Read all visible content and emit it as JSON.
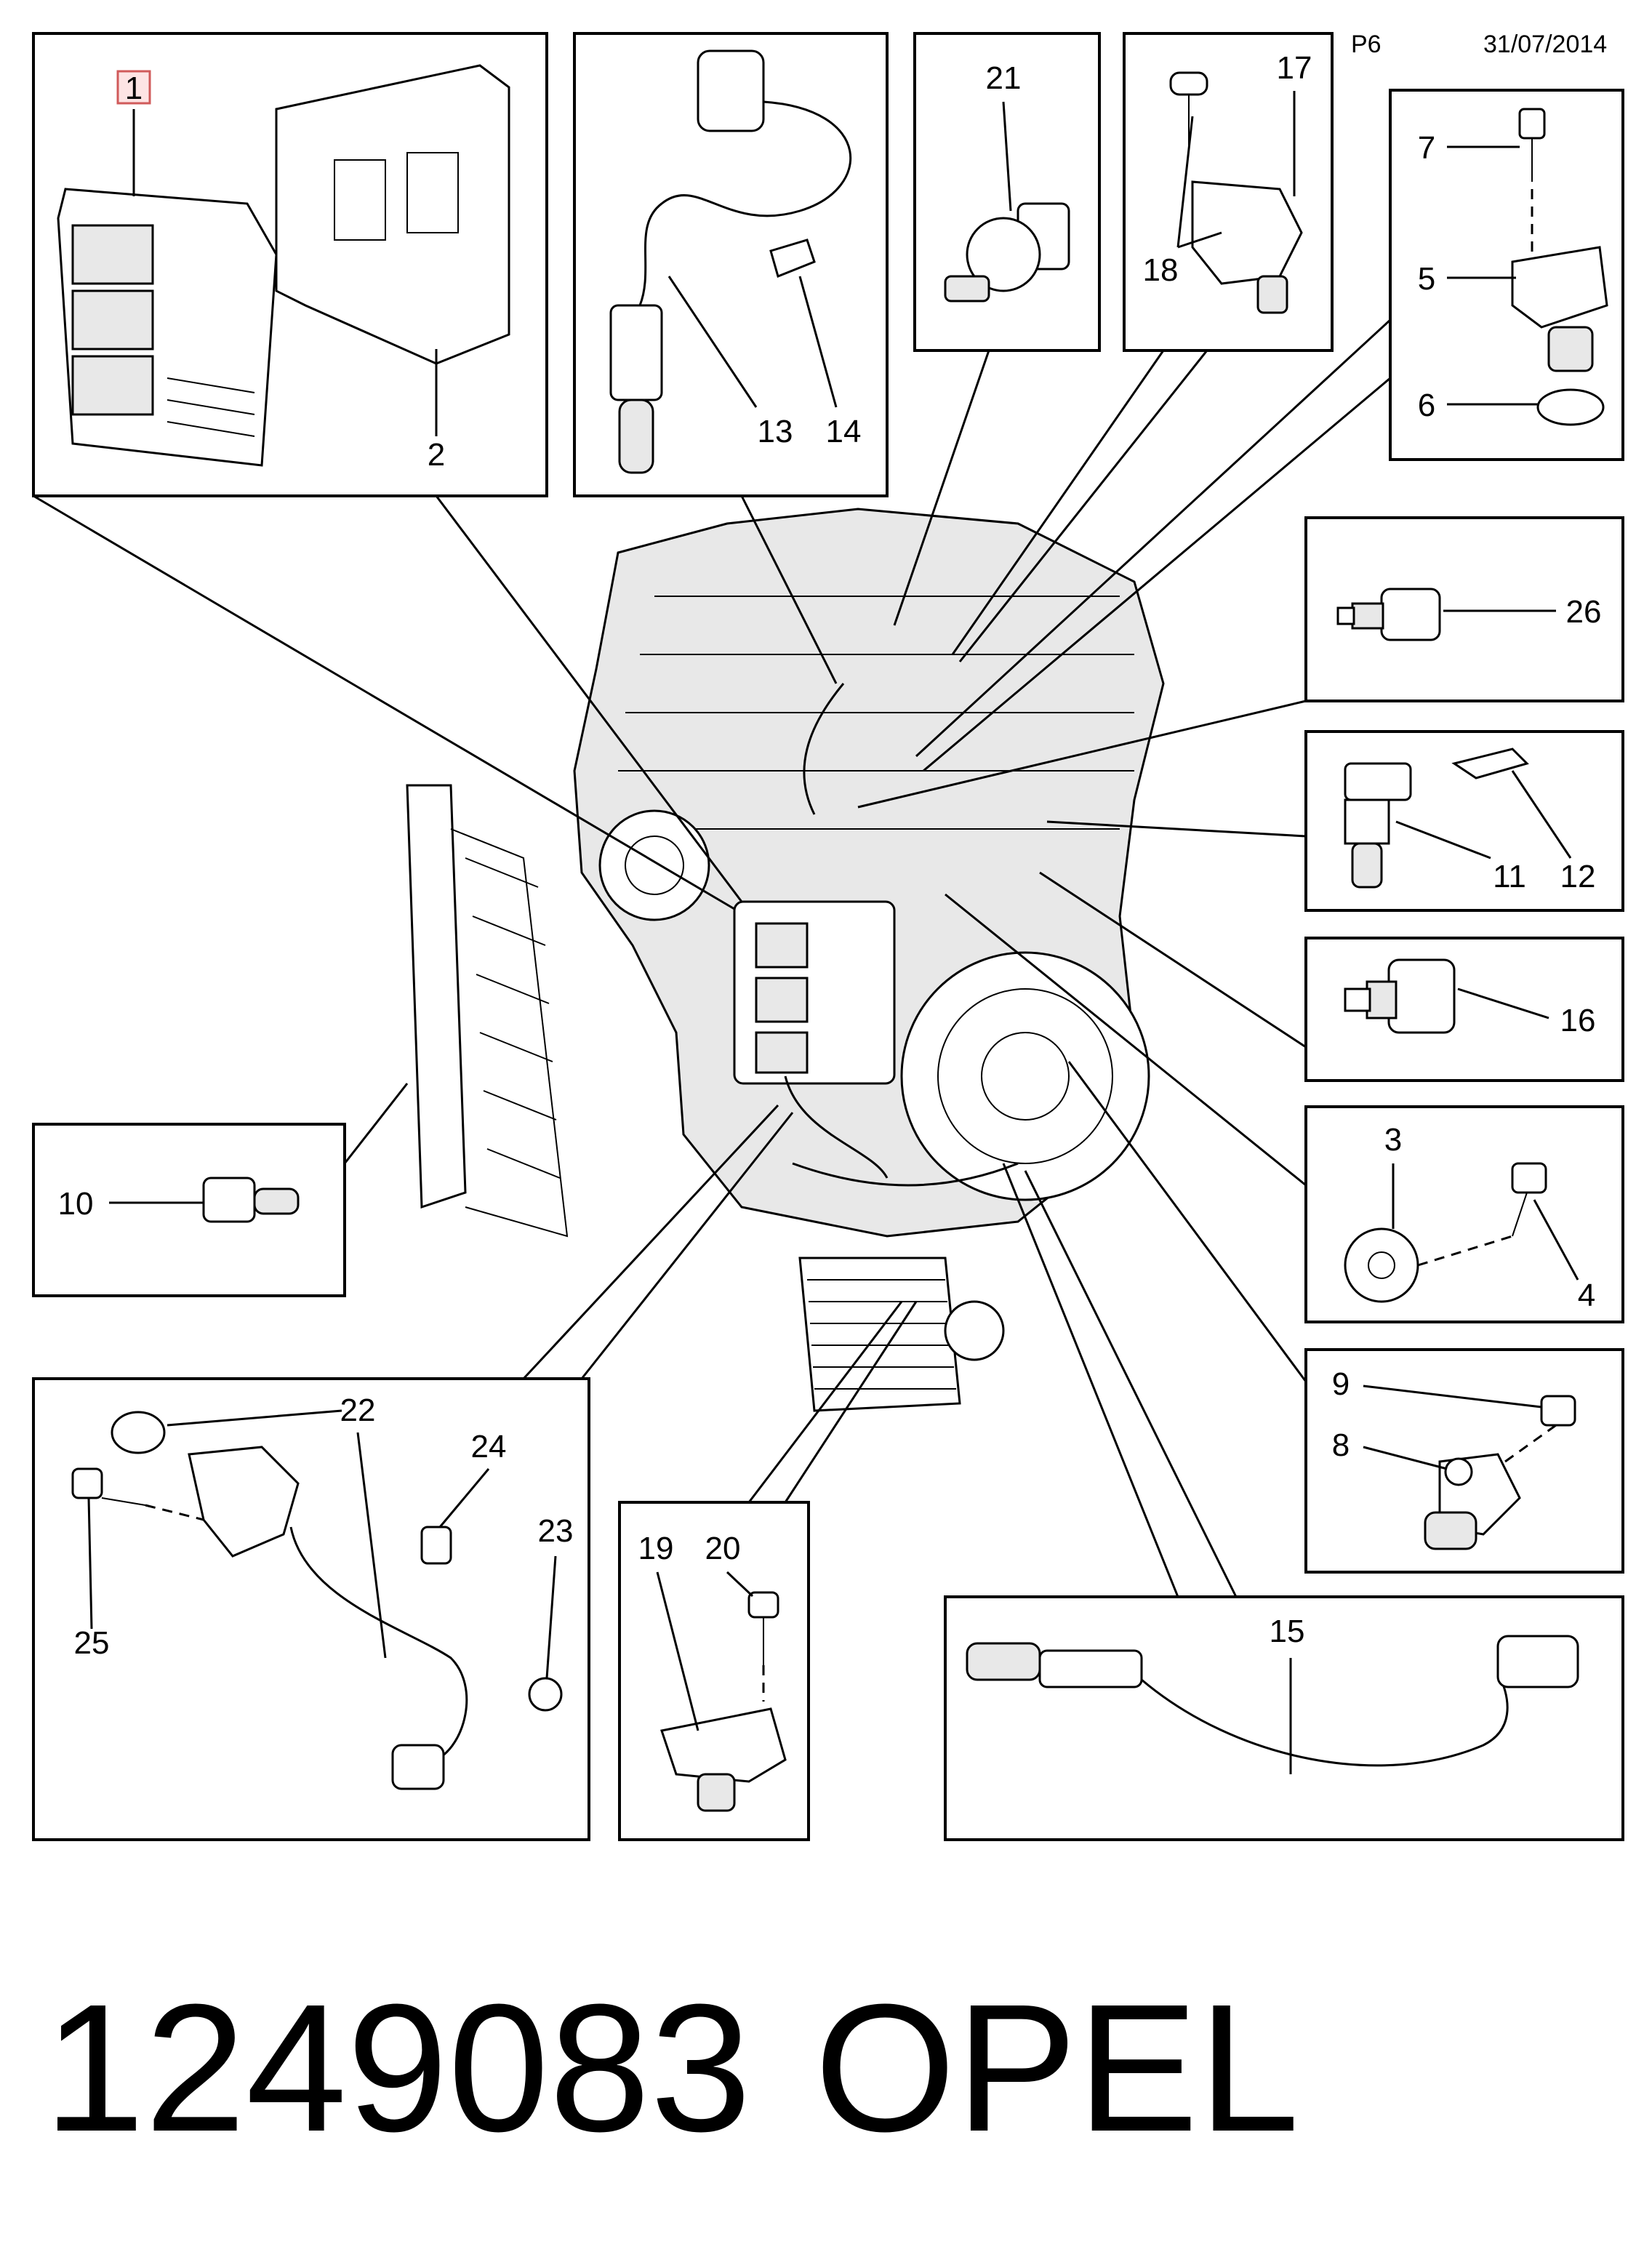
{
  "header": {
    "page": "P6",
    "date": "31/07/2014"
  },
  "footer": {
    "part_number": "1249083",
    "brand": "OPEL"
  },
  "callouts": [
    "1",
    "2",
    "3",
    "4",
    "5",
    "6",
    "7",
    "8",
    "9",
    "10",
    "11",
    "12",
    "13",
    "14",
    "15",
    "16",
    "17",
    "18",
    "19",
    "20",
    "21",
    "22",
    "23",
    "24",
    "25",
    "26"
  ]
}
